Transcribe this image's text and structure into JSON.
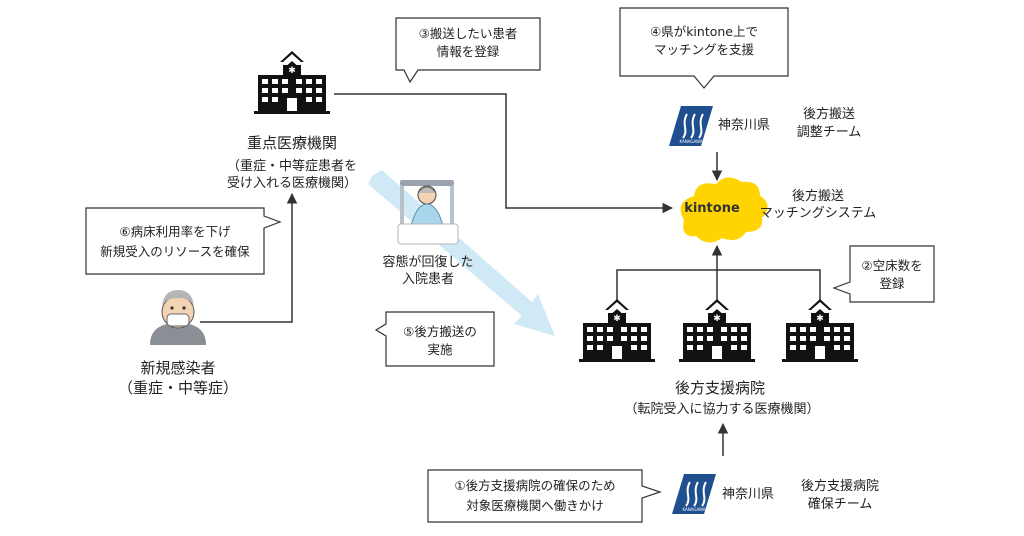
{
  "colors": {
    "line": "#333333",
    "arrow_band": "#cfeaf6",
    "kintone_yellow": "#ffd400",
    "pref_blue": "#1f4f8f",
    "bubble_border": "#333333"
  },
  "icons": {
    "hospital": "hospital-building-icon",
    "patient_bed": "hospital-bed-patient-icon",
    "infected_person": "masked-person-icon",
    "pref_logo": "kanagawa-prefecture-logo",
    "kintone_logo": "kintone-cloud-logo"
  },
  "core_hospital": {
    "name": "重点医療機関",
    "desc_line1": "（重症・中等症患者を",
    "desc_line2": "受け入れる医療機関）"
  },
  "infected": {
    "line1": "新規感染者",
    "line2": "（重症・中等症）"
  },
  "patient": {
    "line1": "容態が回復した",
    "line2": "入院患者"
  },
  "kintone": {
    "logo_text": "kintone",
    "label_line1": "後方搬送",
    "label_line2": "マッチングシステム"
  },
  "pref_top": {
    "name": "神奈川県",
    "team_line1": "後方搬送",
    "team_line2": "調整チーム"
  },
  "pref_bottom": {
    "name": "神奈川県",
    "team_line1": "後方支援病院",
    "team_line2": "確保チーム"
  },
  "support_hospital": {
    "name": "後方支援病院",
    "desc": "（転院受入に協力する医療機関）"
  },
  "bubbles": {
    "b1": {
      "line1": "①後方支援病院の確保のため",
      "line2": "対象医療機関へ働きかけ"
    },
    "b2": {
      "line1": "②空床数を",
      "line2": "登録"
    },
    "b3": {
      "line1": "③搬送したい患者",
      "line2": "情報を登録"
    },
    "b4": {
      "line1": "④県がkintone上で",
      "line2": "マッチングを支援"
    },
    "b5": {
      "line1": "⑤後方搬送の",
      "line2": "実施"
    },
    "b6": {
      "line1": "⑥病床利用率を下げ",
      "line2": "新規受入のリソースを確保"
    }
  }
}
